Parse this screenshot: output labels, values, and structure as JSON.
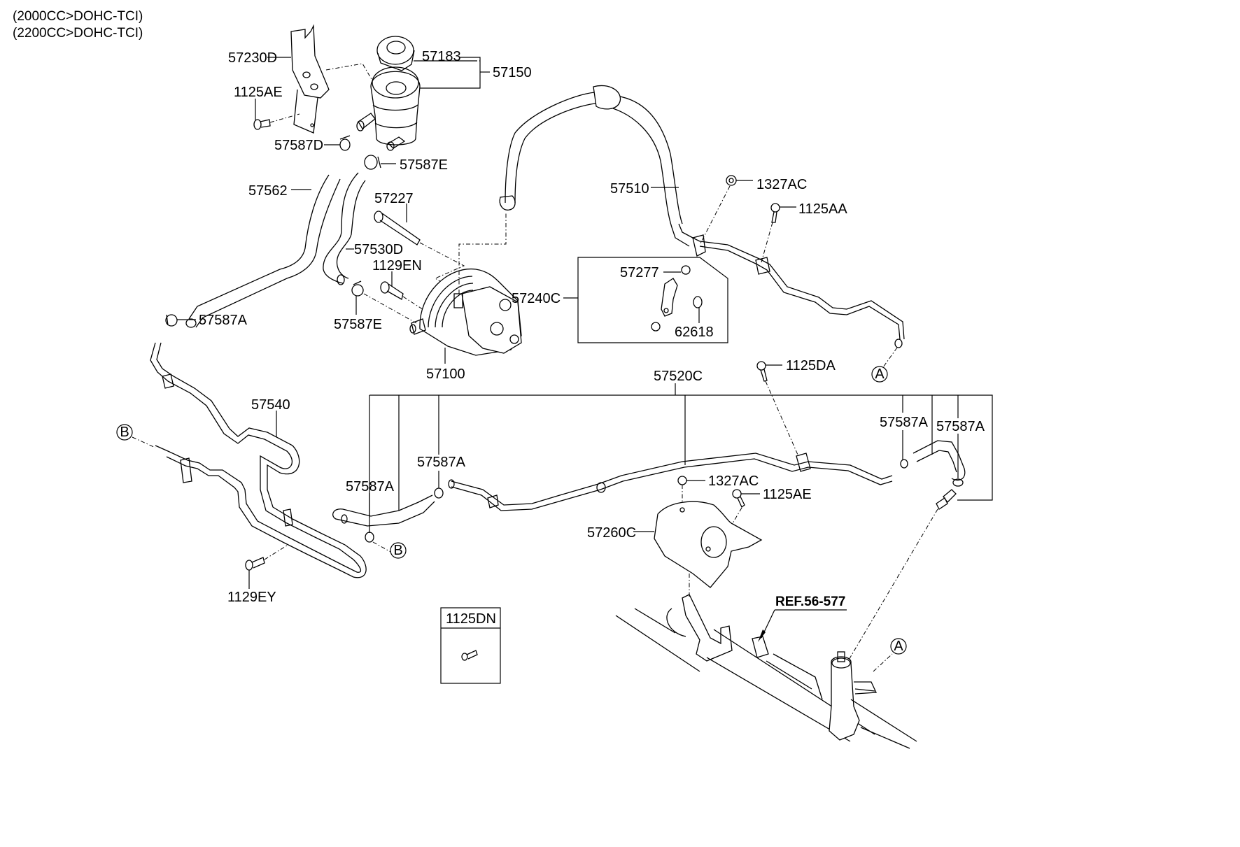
{
  "header": {
    "engine_lines": [
      "(2000CC>DOHC-TCI)",
      "(2200CC>DOHC-TCI)"
    ]
  },
  "labels": {
    "p57230D": "57230D",
    "p1125AE_top": "1125AE",
    "p57183": "57183",
    "p57150": "57150",
    "p57587D": "57587D",
    "p57587E_top": "57587E",
    "p57562": "57562",
    "p57227": "57227",
    "p57530D": "57530D",
    "p1129EN": "1129EN",
    "p57587A_left": "57587A",
    "p57587E_mid": "57587E",
    "p57100": "57100",
    "p57510": "57510",
    "p1327AC_top": "1327AC",
    "p1125AA": "1125AA",
    "p57277": "57277",
    "p57240C": "57240C",
    "p62618": "62618",
    "p1125DA": "1125DA",
    "p57520C": "57520C",
    "p57540": "57540",
    "p57587A_lower1": "57587A",
    "p57587A_lower2": "57587A",
    "p57587A_right1": "57587A",
    "p57587A_right2": "57587A",
    "p1327AC_low": "1327AC",
    "p1125AE_low": "1125AE",
    "p57260C": "57260C",
    "p1129EY": "1129EY",
    "p1125DN": "1125DN",
    "ref": "REF.56-577"
  },
  "connectors": {
    "A": "A",
    "B": "B"
  }
}
